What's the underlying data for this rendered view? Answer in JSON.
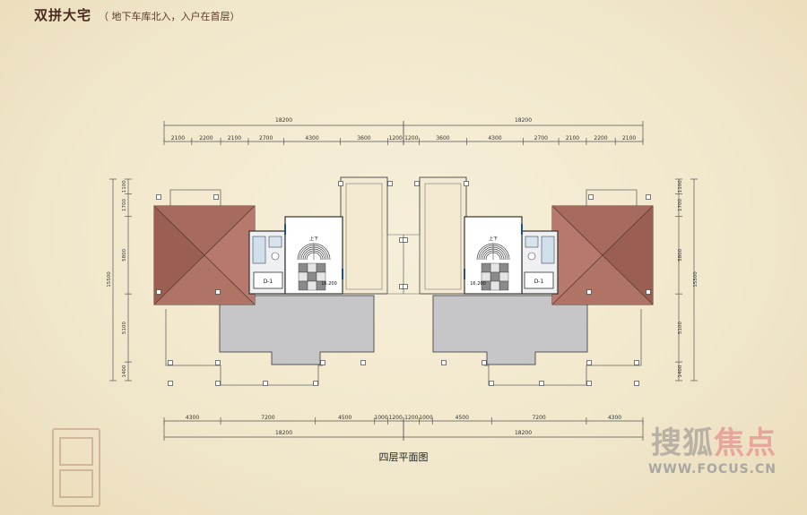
{
  "header": {
    "title": "双拼大宅",
    "subtitle": "（ 地下车库北入，入户在首层）"
  },
  "plan": {
    "caption": "四层平面图",
    "top_total": "18200",
    "top_segments_left": [
      "2100",
      "2200",
      "2100",
      "2700",
      "4300",
      "3600",
      "1200"
    ],
    "top_segments_right": [
      "1200",
      "3600",
      "4300",
      "2700",
      "2100",
      "2200",
      "2100"
    ],
    "bottom_segments_left": [
      "4300",
      "7200",
      "4500",
      "1000",
      "1200"
    ],
    "bottom_segments_right": [
      "1200",
      "1000",
      "4500",
      "7200",
      "4300"
    ],
    "bottom_total": "18200",
    "side_total": "15500",
    "side_segments": [
      "1100",
      "1700",
      "5800",
      "5100",
      "1400"
    ],
    "room_label": "D-1",
    "level_label": "16.200",
    "stair_label": "上下"
  },
  "watermark": {
    "brand": "搜狐",
    "brand_red": "焦点",
    "url": "WWW.FOCUS.CN"
  },
  "colors": {
    "roof": "#a86a5e",
    "terrace": "#c6c6c8",
    "dim_line": "#555555",
    "title": "#4a2a1e"
  }
}
